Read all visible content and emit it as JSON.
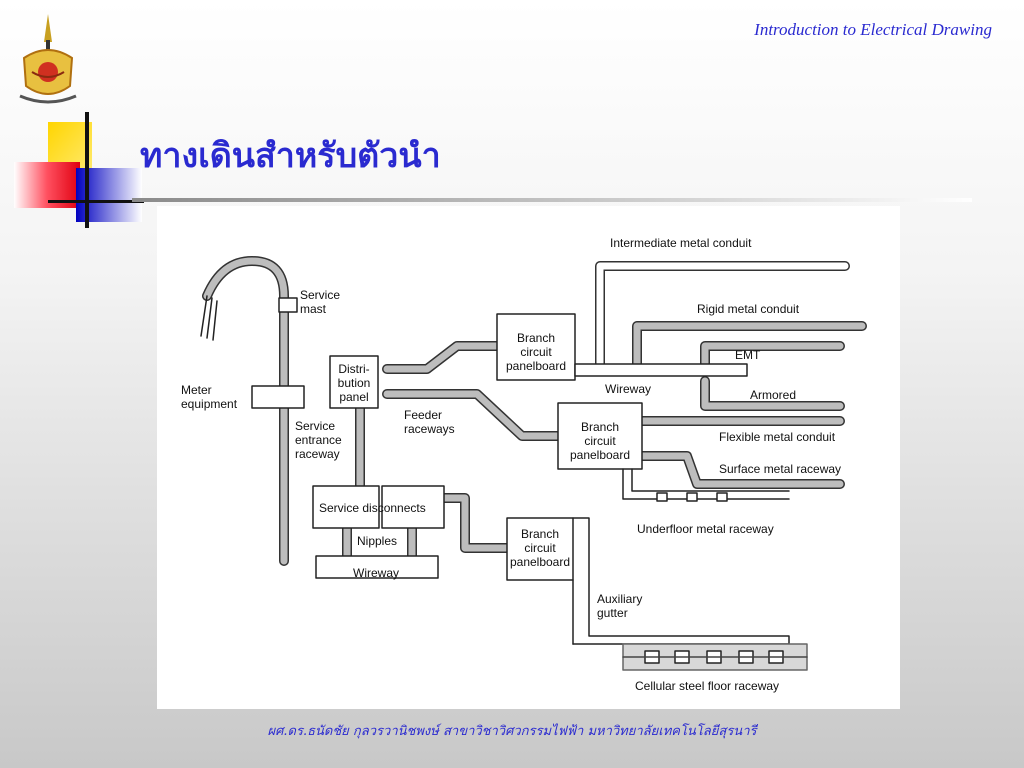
{
  "header": {
    "course_title": "Introduction to Electrical Drawing"
  },
  "slide": {
    "title": "ทางเดินสำหรับตัวนำ"
  },
  "diagram": {
    "labels": {
      "intermediate_metal_conduit": "Intermediate  metal conduit",
      "rigid_metal_conduit": "Rigid metal conduit",
      "emt": "EMT",
      "armored": "Armored",
      "flexible_metal_conduit": "Flexible metal conduit",
      "surface_metal_raceway": "Surface metal raceway",
      "underfloor_metal_raceway": "Underfloor metal raceway",
      "cellular_steel_floor_raceway": "Cellular steel floor raceway",
      "auxiliary_gutter_1": "Auxiliary",
      "auxiliary_gutter_2": "gutter",
      "service_mast_1": "Service",
      "service_mast_2": "mast",
      "meter_equipment_1": "Meter",
      "meter_equipment_2": "equipment",
      "service_entrance_raceway_1": "Service",
      "service_entrance_raceway_2": "entrance",
      "service_entrance_raceway_3": "raceway",
      "distribution_panel_1": "Distri-",
      "distribution_panel_2": "bution",
      "distribution_panel_3": "panel",
      "feeder_raceways_1": "Feeder",
      "feeder_raceways_2": "raceways",
      "service_disconnects": "Service disconnects",
      "nipples": "Nipples",
      "wireway_bottom": "Wireway",
      "wireway_top": "Wireway",
      "branch_panel_1_a": "Branch",
      "branch_panel_1_b": "circuit",
      "branch_panel_1_c": "panelboard",
      "branch_panel_2_a": "Branch",
      "branch_panel_2_b": "circuit",
      "branch_panel_2_c": "panelboard",
      "branch_panel_3_a": "Branch",
      "branch_panel_3_b": "circuit",
      "branch_panel_3_c": "panelboard"
    }
  },
  "footer": {
    "author_line": "ผศ.ดร.ธนัดชัย กุลวรวานิชพงษ์ สาขาวิชาวิศวกรรมไฟฟ้า มหาวิทยาลัยเทคโนโลยีสุรนารี"
  }
}
